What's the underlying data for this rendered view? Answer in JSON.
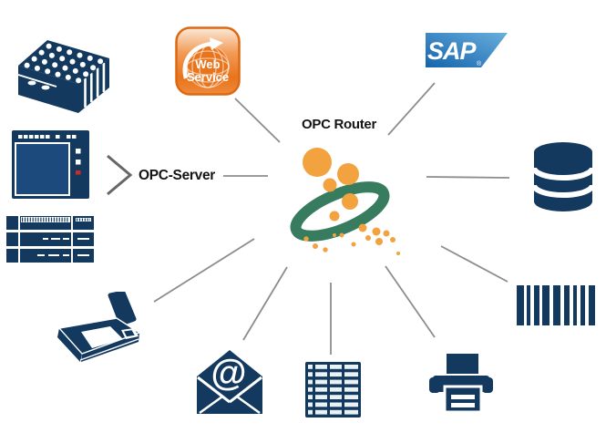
{
  "labels": {
    "center_title": "OPC Router",
    "opc_server": "OPC-Server"
  },
  "web_service_badge": {
    "line1": "Web",
    "line2": "Service"
  },
  "sap_logo": {
    "text": "SAP",
    "registered_mark": "®"
  },
  "icons": [
    "terminal-block-icon",
    "plc-controller-icon",
    "server-rack-icon",
    "measuring-device-icon",
    "web-service-icon",
    "sap-logo",
    "database-icon",
    "barcode-icon",
    "printer-icon",
    "spreadsheet-icon",
    "email-icon",
    "opc-router-logo"
  ],
  "colors": {
    "icon_navy": "#14395F",
    "logo_orange": "#F2A340",
    "logo_green": "#377C5E",
    "connector_gray": "#8D8D8D",
    "chevron_gray": "#666666",
    "sap_blue_dark": "#1565AC",
    "sap_blue_light": "#69AEDD",
    "web_service_orange": "#E8751D",
    "led_red": "#CC2B2B",
    "background": "#FFFFFF"
  }
}
